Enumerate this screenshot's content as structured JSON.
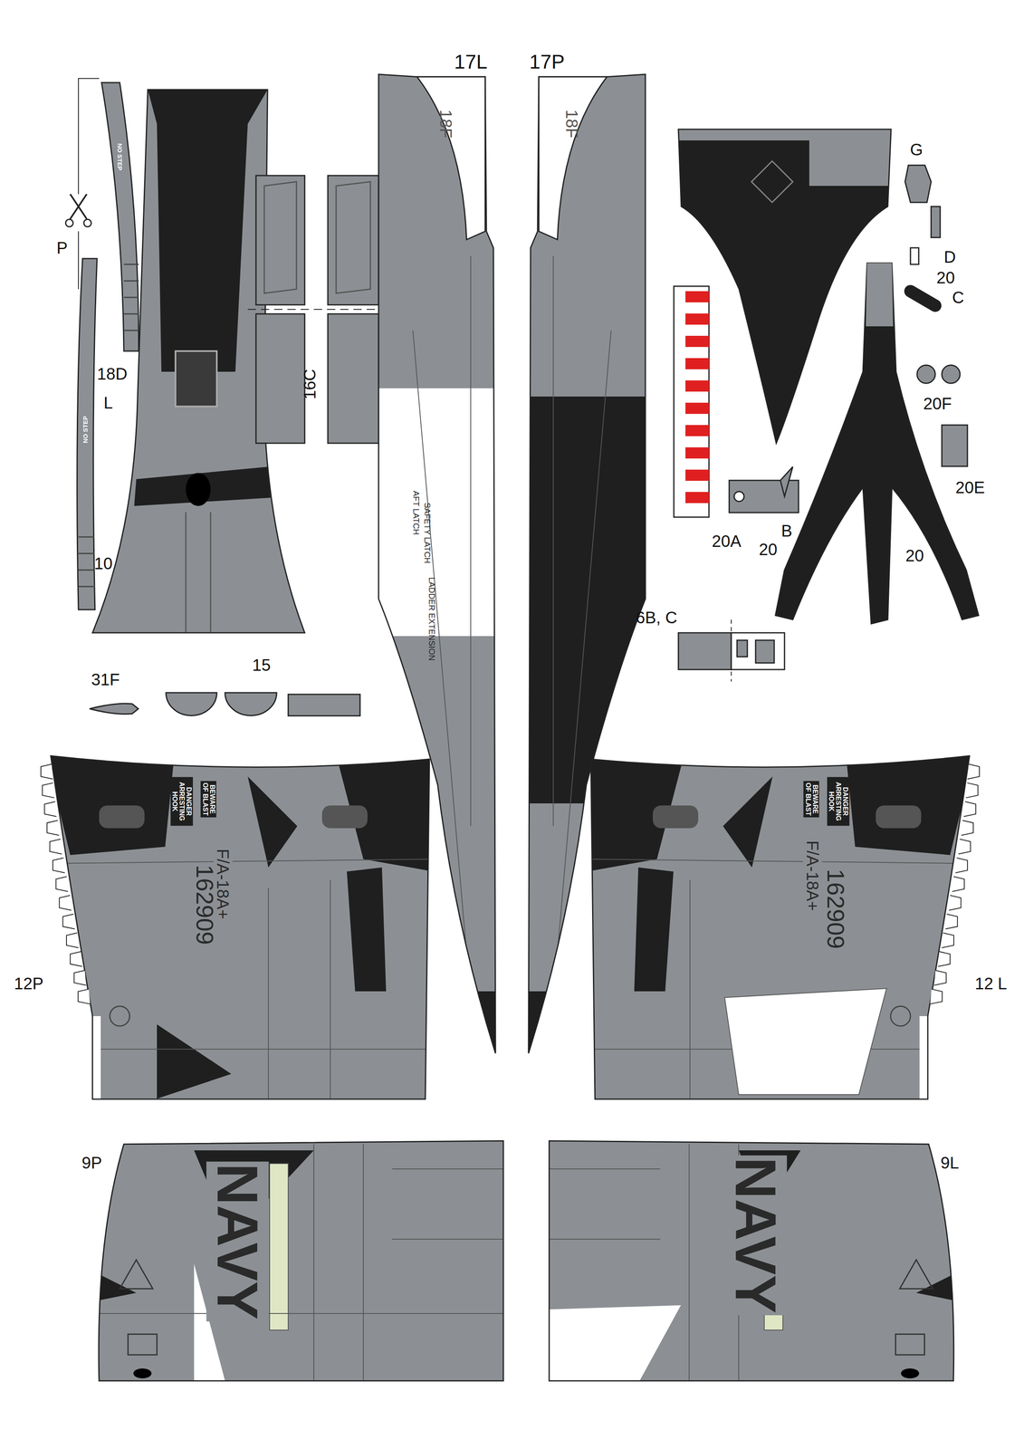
{
  "diagram": {
    "labels": [
      "17L",
      "17P",
      "18F",
      "18F",
      "P",
      "18D",
      "L",
      "10",
      "16C",
      "G",
      "D",
      "20",
      "C",
      "20F",
      "20E",
      "20A",
      "B",
      "20",
      "20",
      "6B, C",
      "31F",
      "15",
      "12P",
      "12 L",
      "9P",
      "9L",
      "NAVY",
      "NAVY",
      "162909",
      "162909",
      "F/A-18A+",
      "F/A-18A+",
      "DANGER ARRESTING HOOK",
      "BEWARE OF BLAST",
      "DANGER ARRESTING HOOK",
      "BEWARE OF BLAST",
      "NO STEP",
      "NO STEP",
      "LADDER EXTENSION",
      "AFT LATCH",
      "SAFETY LATCH"
    ]
  }
}
